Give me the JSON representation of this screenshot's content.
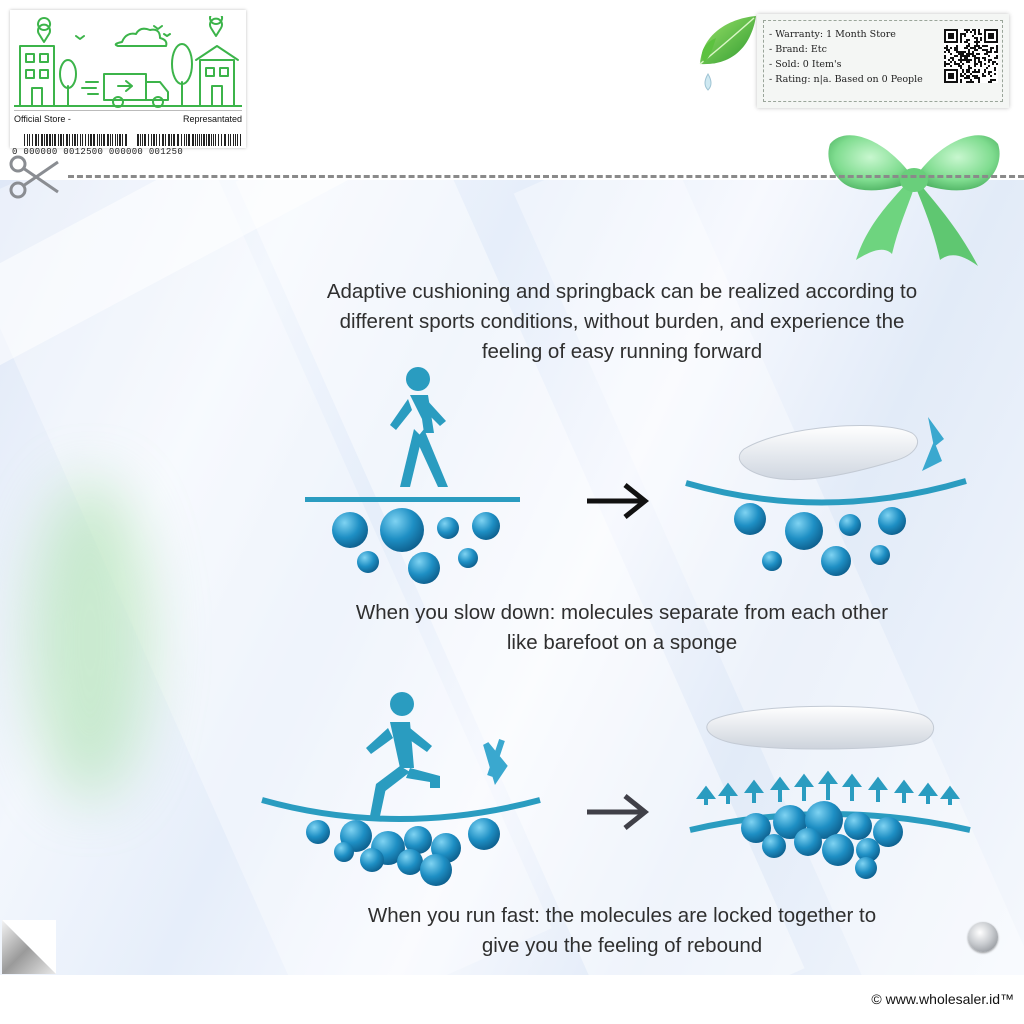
{
  "store": {
    "left_label": "Official Store -",
    "right_label": "Represantated",
    "barcode_numbers": "0 000000 0012500 000000 001250"
  },
  "info": {
    "warranty": "- Warranty: 1 Month Store",
    "brand": "- Brand: Etc",
    "sold": "- Sold: 0 Item's",
    "rating": "- Rating: n|a. Based on 0 People"
  },
  "content": {
    "intro": [
      "Adaptive cushioning and springback can be realized according to",
      "different sports conditions, without burden, and experience the",
      "feeling of easy running forward"
    ],
    "slow": [
      "When you slow down: molecules separate from each other",
      "like barefoot on a sponge"
    ],
    "fast": [
      "When you run fast: the molecules are locked together to",
      "give you the feeling of rebound"
    ]
  },
  "footer": {
    "copyright": "© www.wholesaler.id™"
  },
  "icons": {
    "scissors": "scissors-icon",
    "walking": "walking-person-icon",
    "running": "running-person-icon",
    "arrow": "right-arrow-icon",
    "insole": "insole-icon",
    "bow": "ribbon-bow-icon",
    "leaf": "leaf-icon",
    "qr": "qr-code-icon"
  },
  "colors": {
    "accent_blue": "#2a9cc0",
    "sphere_blue": "#1e8fc4",
    "store_green": "#3cb44a",
    "bow_green": "#7ee08e"
  }
}
